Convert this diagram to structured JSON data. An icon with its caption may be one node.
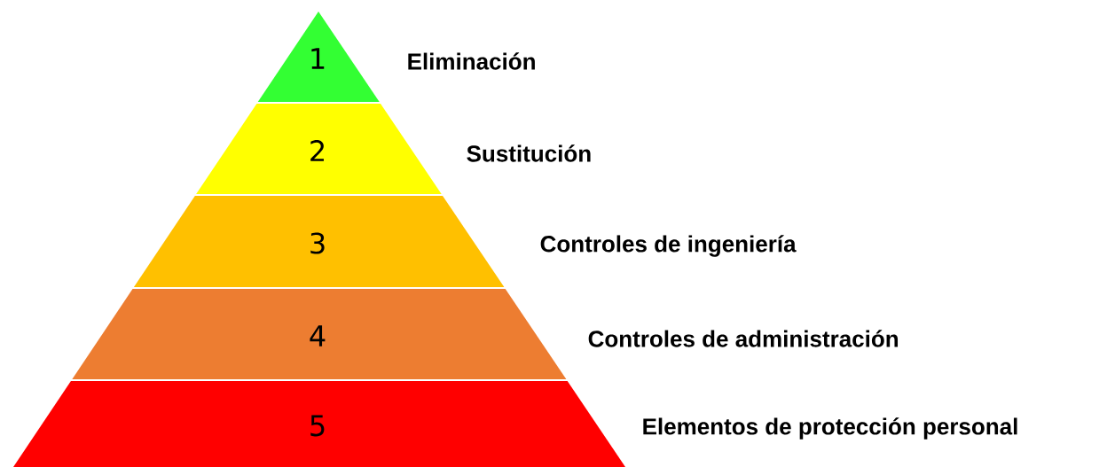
{
  "diagram": {
    "nodes": [
      {
        "text": [
          "1"
        ],
        "beside": [
          "Eliminación"
        ]
      },
      {
        "text": [
          "2"
        ],
        "beside": [
          "Sustitución"
        ]
      },
      {
        "text": [
          "3"
        ],
        "beside": [
          "Controles de ingeniería"
        ]
      },
      {
        "text": [
          "4"
        ],
        "beside": [
          "Controles de administración"
        ]
      },
      {
        "text": [
          "5"
        ],
        "beside": [
          "Elementos de protección personal"
        ]
      }
    ]
  }
}
